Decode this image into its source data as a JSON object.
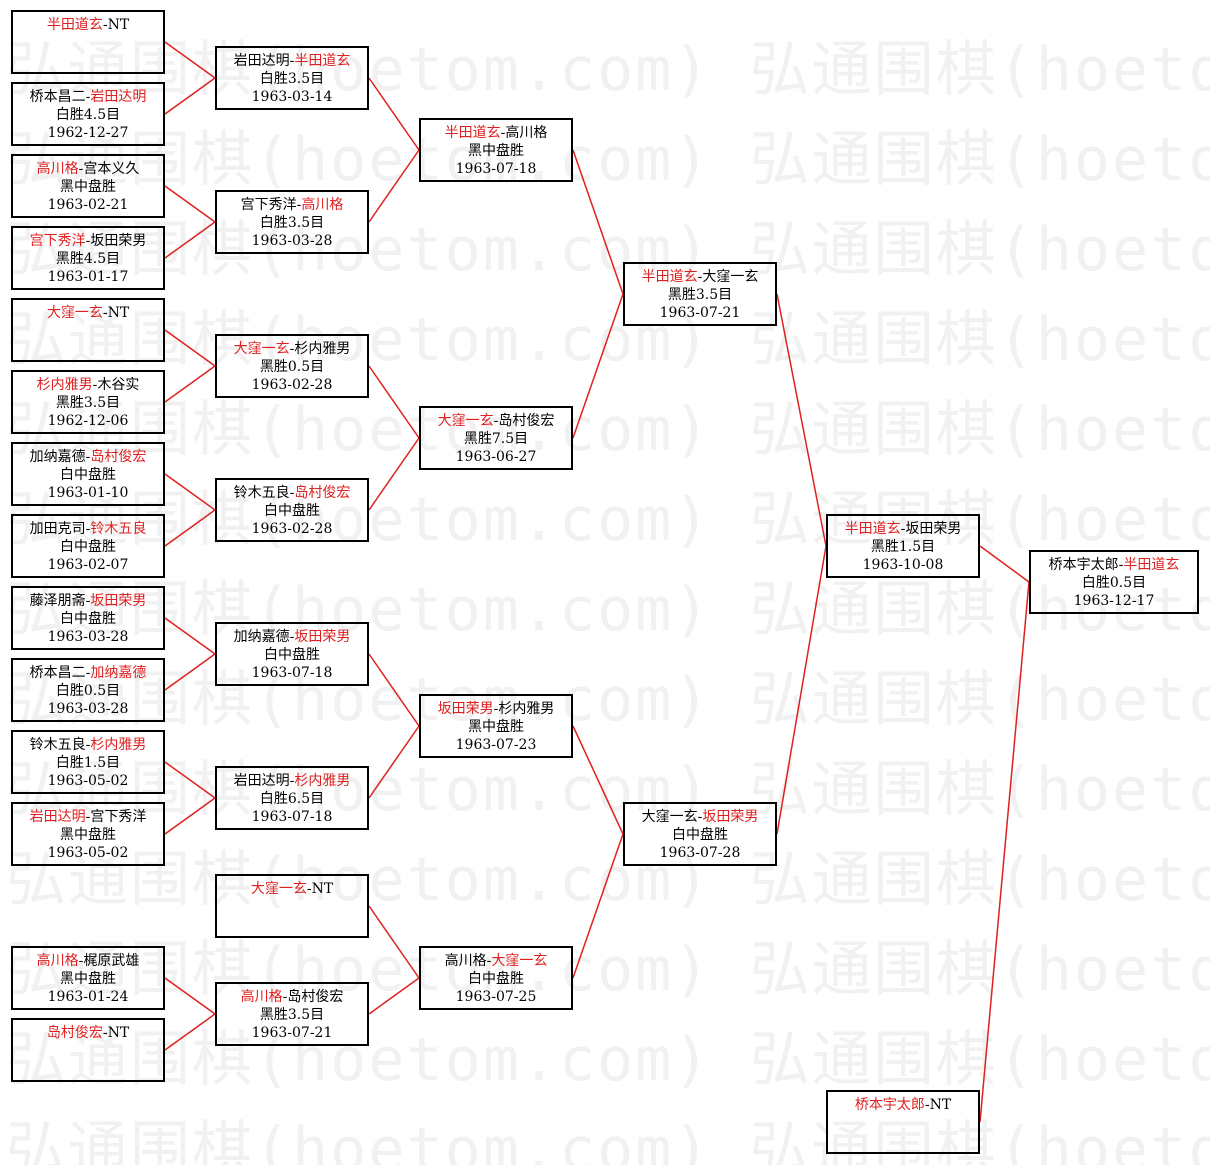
{
  "watermark": {
    "text": "弘通围棋(hoetom.com) 弘通围棋(hoetom.com)"
  },
  "colors": {
    "winner": "#e02020",
    "connector": "#e02020",
    "border": "#000000"
  },
  "games": [
    {
      "id": "r1-1",
      "p1": "半田道玄",
      "p2": "NT",
      "winner": 1,
      "result": "",
      "date": ""
    },
    {
      "id": "r1-2",
      "p1": "桥本昌二",
      "p2": "岩田达明",
      "winner": 2,
      "result": "白胜4.5目",
      "date": "1962-12-27"
    },
    {
      "id": "r1-3",
      "p1": "高川格",
      "p2": "宫本义久",
      "winner": 1,
      "result": "黑中盘胜",
      "date": "1963-02-21"
    },
    {
      "id": "r1-4",
      "p1": "宫下秀洋",
      "p2": "坂田荣男",
      "winner": 1,
      "result": "黑胜4.5目",
      "date": "1963-01-17"
    },
    {
      "id": "r1-5",
      "p1": "大窪一玄",
      "p2": "NT",
      "winner": 1,
      "result": "",
      "date": ""
    },
    {
      "id": "r1-6",
      "p1": "杉内雅男",
      "p2": "木谷实",
      "winner": 1,
      "result": "黑胜3.5目",
      "date": "1962-12-06"
    },
    {
      "id": "r1-7",
      "p1": "加纳嘉德",
      "p2": "岛村俊宏",
      "winner": 2,
      "result": "白中盘胜",
      "date": "1963-01-10"
    },
    {
      "id": "r1-8",
      "p1": "加田克司",
      "p2": "铃木五良",
      "winner": 2,
      "result": "白中盘胜",
      "date": "1963-02-07"
    },
    {
      "id": "r1-9",
      "p1": "藤泽朋斋",
      "p2": "坂田荣男",
      "winner": 2,
      "result": "白中盘胜",
      "date": "1963-03-28"
    },
    {
      "id": "r1-10",
      "p1": "桥本昌二",
      "p2": "加纳嘉德",
      "winner": 2,
      "result": "白胜0.5目",
      "date": "1963-03-28"
    },
    {
      "id": "r1-11",
      "p1": "铃木五良",
      "p2": "杉内雅男",
      "winner": 2,
      "result": "白胜1.5目",
      "date": "1963-05-02"
    },
    {
      "id": "r1-12",
      "p1": "岩田达明",
      "p2": "宫下秀洋",
      "winner": 1,
      "result": "黑中盘胜",
      "date": "1963-05-02"
    },
    {
      "id": "r1-13",
      "p1": "高川格",
      "p2": "梶原武雄",
      "winner": 1,
      "result": "黑中盘胜",
      "date": "1963-01-24"
    },
    {
      "id": "r1-14",
      "p1": "岛村俊宏",
      "p2": "NT",
      "winner": 1,
      "result": "",
      "date": ""
    },
    {
      "id": "r2-1",
      "p1": "岩田达明",
      "p2": "半田道玄",
      "winner": 2,
      "result": "白胜3.5目",
      "date": "1963-03-14"
    },
    {
      "id": "r2-2",
      "p1": "宫下秀洋",
      "p2": "高川格",
      "winner": 2,
      "result": "白胜3.5目",
      "date": "1963-03-28"
    },
    {
      "id": "r2-3",
      "p1": "大窪一玄",
      "p2": "杉内雅男",
      "winner": 1,
      "result": "黑胜0.5目",
      "date": "1963-02-28"
    },
    {
      "id": "r2-4",
      "p1": "铃木五良",
      "p2": "岛村俊宏",
      "winner": 2,
      "result": "白中盘胜",
      "date": "1963-02-28"
    },
    {
      "id": "r2-5",
      "p1": "加纳嘉德",
      "p2": "坂田荣男",
      "winner": 2,
      "result": "白中盘胜",
      "date": "1963-07-18"
    },
    {
      "id": "r2-6",
      "p1": "岩田达明",
      "p2": "杉内雅男",
      "winner": 2,
      "result": "白胜6.5目",
      "date": "1963-07-18"
    },
    {
      "id": "r2-7",
      "p1": "大窪一玄",
      "p2": "NT",
      "winner": 1,
      "result": "",
      "date": ""
    },
    {
      "id": "r2-8",
      "p1": "高川格",
      "p2": "岛村俊宏",
      "winner": 1,
      "result": "黑胜3.5目",
      "date": "1963-07-21"
    },
    {
      "id": "r3-1",
      "p1": "半田道玄",
      "p2": "高川格",
      "winner": 1,
      "result": "黑中盘胜",
      "date": "1963-07-18"
    },
    {
      "id": "r3-2",
      "p1": "大窪一玄",
      "p2": "岛村俊宏",
      "winner": 1,
      "result": "黑胜7.5目",
      "date": "1963-06-27"
    },
    {
      "id": "r3-3",
      "p1": "坂田荣男",
      "p2": "杉内雅男",
      "winner": 1,
      "result": "黑中盘胜",
      "date": "1963-07-23"
    },
    {
      "id": "r3-4",
      "p1": "高川格",
      "p2": "大窪一玄",
      "winner": 2,
      "result": "白中盘胜",
      "date": "1963-07-25"
    },
    {
      "id": "r4-1",
      "p1": "半田道玄",
      "p2": "大窪一玄",
      "winner": 1,
      "result": "黑胜3.5目",
      "date": "1963-07-21"
    },
    {
      "id": "r4-2",
      "p1": "大窪一玄",
      "p2": "坂田荣男",
      "winner": 2,
      "result": "白中盘胜",
      "date": "1963-07-28"
    },
    {
      "id": "r5-1",
      "p1": "半田道玄",
      "p2": "坂田荣男",
      "winner": 1,
      "result": "黑胜1.5目",
      "date": "1963-10-08"
    },
    {
      "id": "r5-2",
      "p1": "桥本宇太郎",
      "p2": "NT",
      "winner": 1,
      "result": "",
      "date": ""
    },
    {
      "id": "final",
      "p1": "桥本宇太郎",
      "p2": "半田道玄",
      "winner": 2,
      "result": "白胜0.5目",
      "date": "1963-12-17"
    }
  ]
}
